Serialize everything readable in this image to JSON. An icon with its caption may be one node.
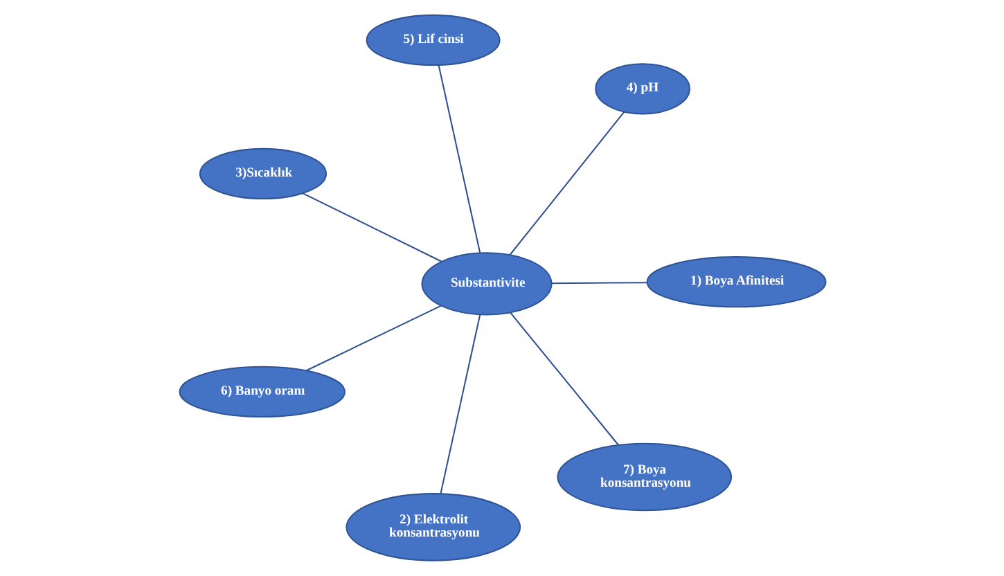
{
  "diagram": {
    "nodes": [
      {
        "text": [
          "Substantivite"
        ]
      },
      {
        "text": [
          "1) Boya Afinitesi"
        ]
      },
      {
        "text": [
          "2) Elektrolit konsantrasyonu"
        ]
      },
      {
        "text": [
          "3)Sıcaklık"
        ]
      },
      {
        "text": [
          "4) pH"
        ]
      },
      {
        "text": [
          "5) Lif cinsi"
        ]
      },
      {
        "text": [
          "6) Banyo oranı"
        ]
      },
      {
        "text": [
          "7) Boya konsantrasyonu"
        ]
      }
    ],
    "edges": [
      {
        "from": 0,
        "to": 1,
        "arrow": "none"
      },
      {
        "from": 0,
        "to": 2,
        "arrow": "none"
      },
      {
        "from": 0,
        "to": 3,
        "arrow": "none"
      },
      {
        "from": 0,
        "to": 4,
        "arrow": "none"
      },
      {
        "from": 0,
        "to": 5,
        "arrow": "none"
      },
      {
        "from": 0,
        "to": 6,
        "arrow": "none"
      },
      {
        "from": 0,
        "to": 7,
        "arrow": "none"
      }
    ]
  }
}
